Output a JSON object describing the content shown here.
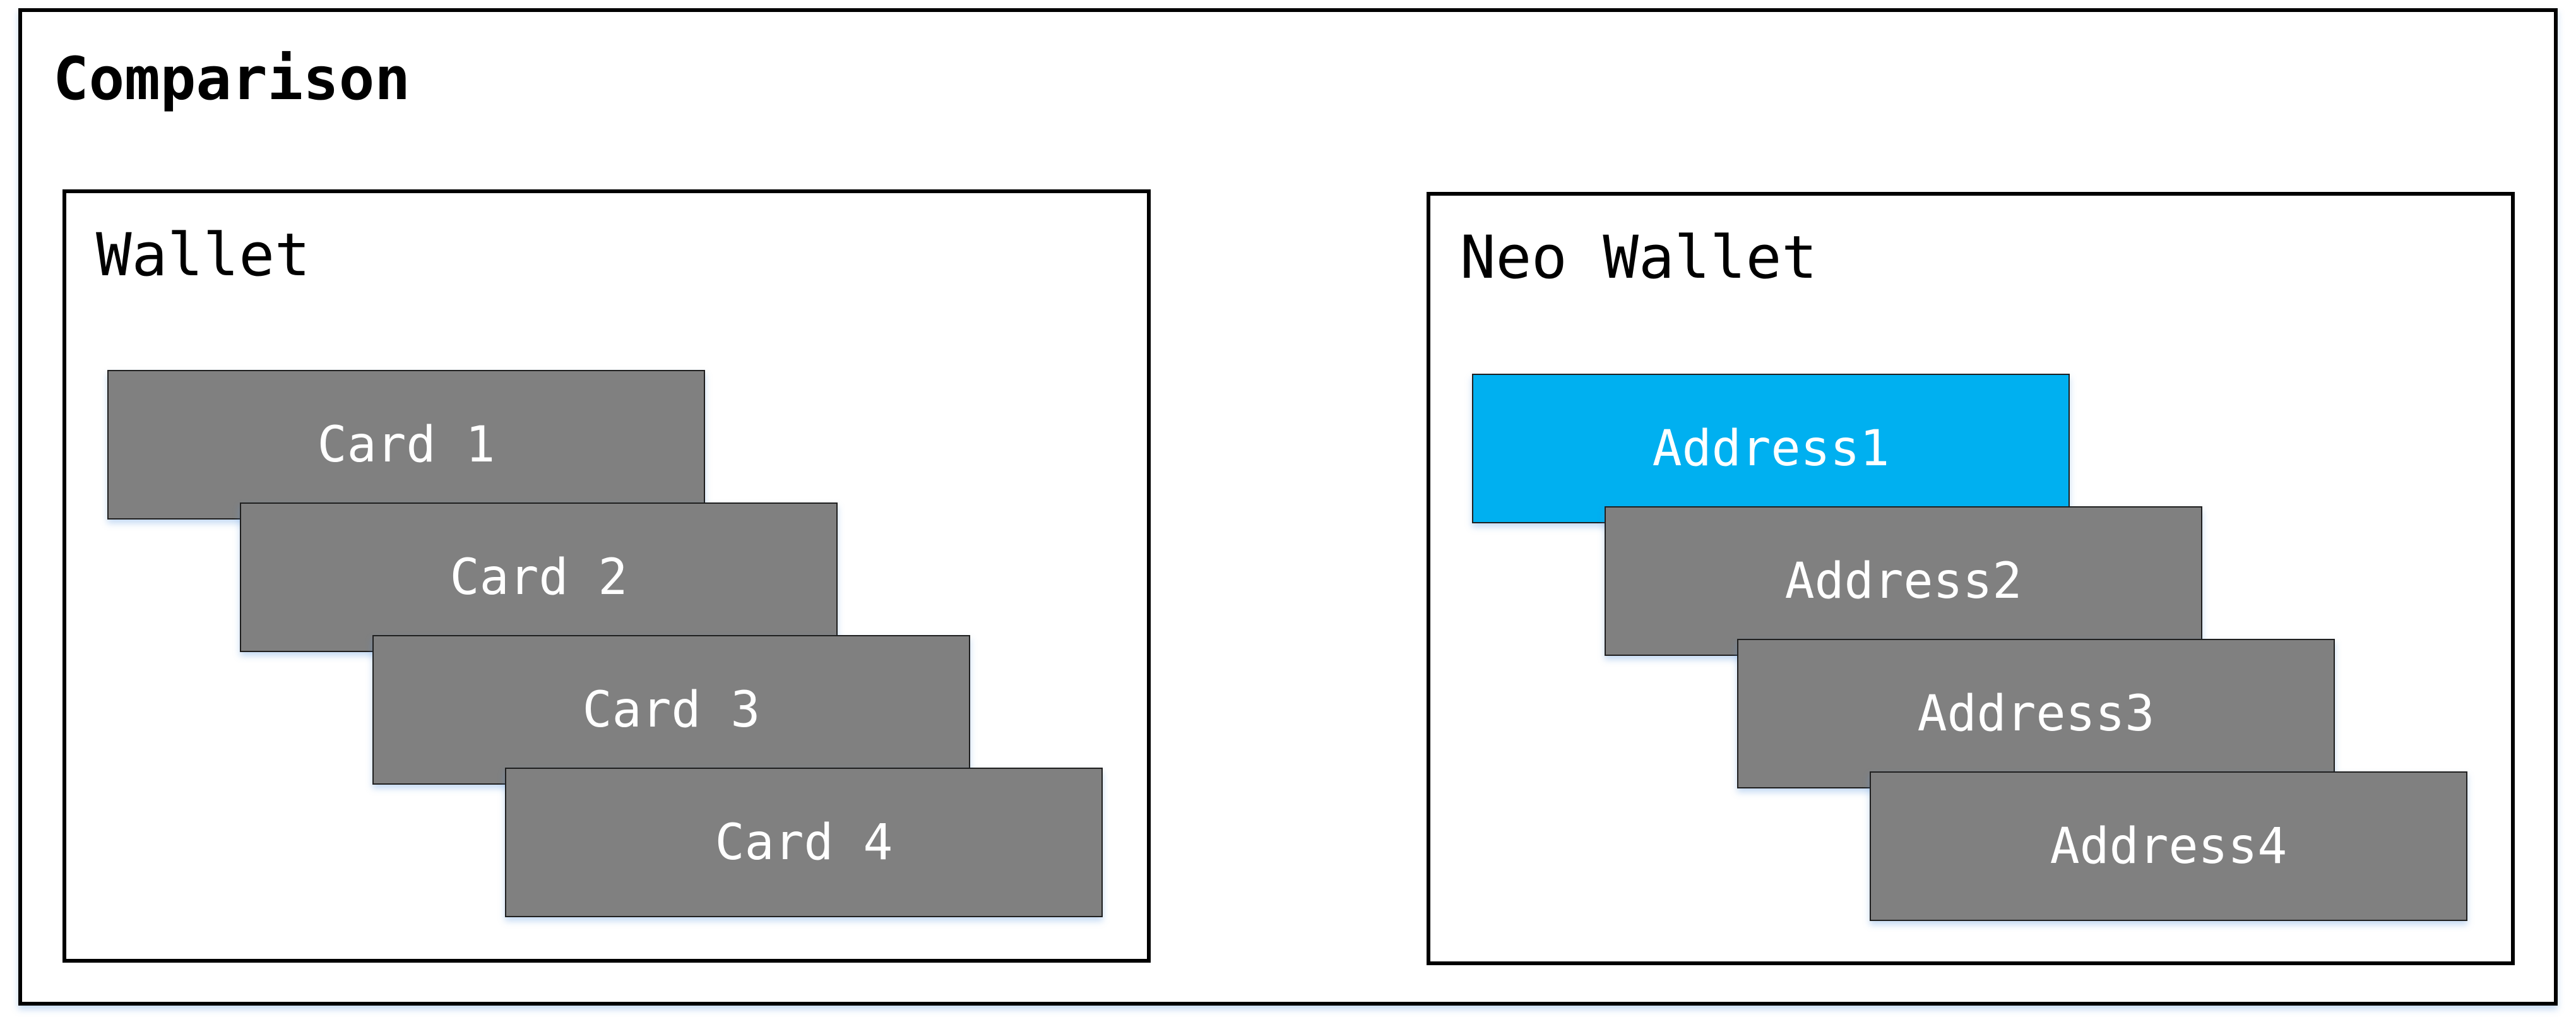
{
  "title": "Comparison",
  "colors": {
    "item_default": "#808080",
    "item_highlight": "#00b0f0",
    "border": "#000000",
    "item_text": "#ffffff"
  },
  "wallet": {
    "title": "Wallet",
    "items": [
      {
        "label": "Card 1"
      },
      {
        "label": "Card 2"
      },
      {
        "label": "Card 3"
      },
      {
        "label": "Card 4"
      }
    ]
  },
  "neo_wallet": {
    "title": "Neo Wallet",
    "items": [
      {
        "label": "Address1",
        "highlighted": true
      },
      {
        "label": "Address2",
        "highlighted": false
      },
      {
        "label": "Address3",
        "highlighted": false
      },
      {
        "label": "Address4",
        "highlighted": false
      }
    ]
  }
}
